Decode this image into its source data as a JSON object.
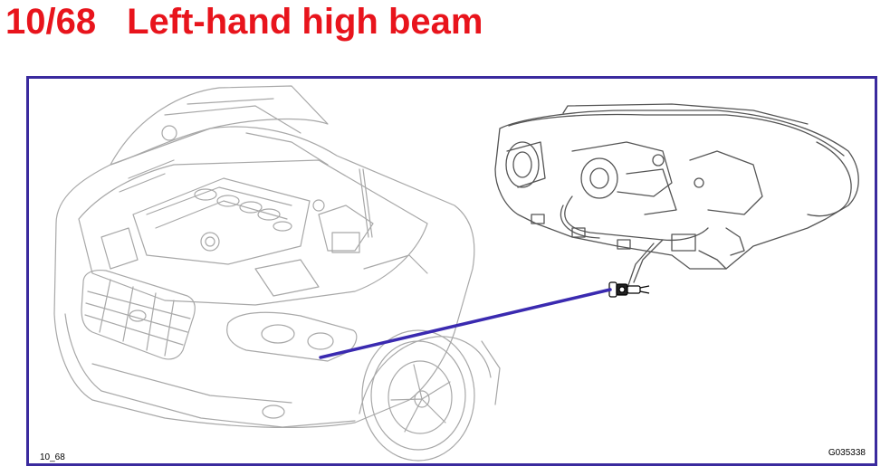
{
  "header": {
    "number": "10/68",
    "title": "Left-hand high beam",
    "color": "#e8141c"
  },
  "diagram": {
    "frame_color": "#3a2a9e",
    "pointer_color": "#3a2ab0",
    "line_color": "#a8a8a8",
    "code_left": "10_68",
    "code_right": "G035338"
  }
}
